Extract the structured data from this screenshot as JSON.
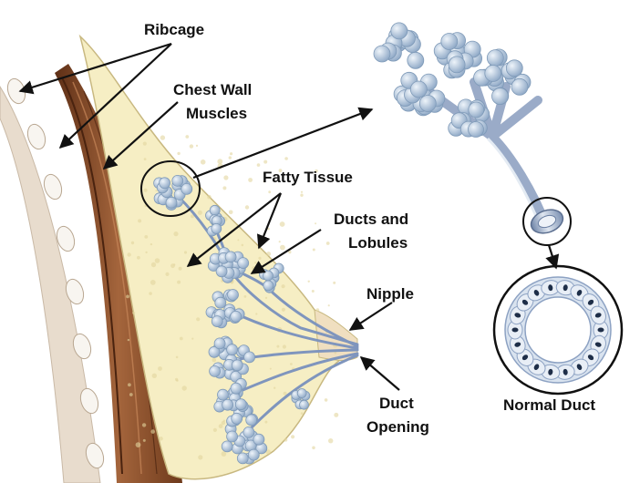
{
  "labels": {
    "ribcage": "Ribcage",
    "chest_wall_line1": "Chest Wall",
    "chest_wall_line2": "Muscles",
    "fatty_tissue": "Fatty Tissue",
    "ducts_line1": "Ducts and",
    "ducts_line2": "Lobules",
    "nipple": "Nipple",
    "duct_opening_line1": "Duct",
    "duct_opening_line2": "Opening",
    "normal_duct": "Normal Duct"
  },
  "colors": {
    "breast_fill": "#f6eec4",
    "breast_outline": "#c8b880",
    "muscle": "#9a5a33",
    "muscle_dark": "#6e3a1c",
    "rib": "#f4f0ea",
    "lobule": "#c6d6e6",
    "lobule_dark": "#7f9ab8",
    "duct": "#8aa0c4",
    "nucleus": "#1e2e48",
    "arrow": "#111111"
  }
}
